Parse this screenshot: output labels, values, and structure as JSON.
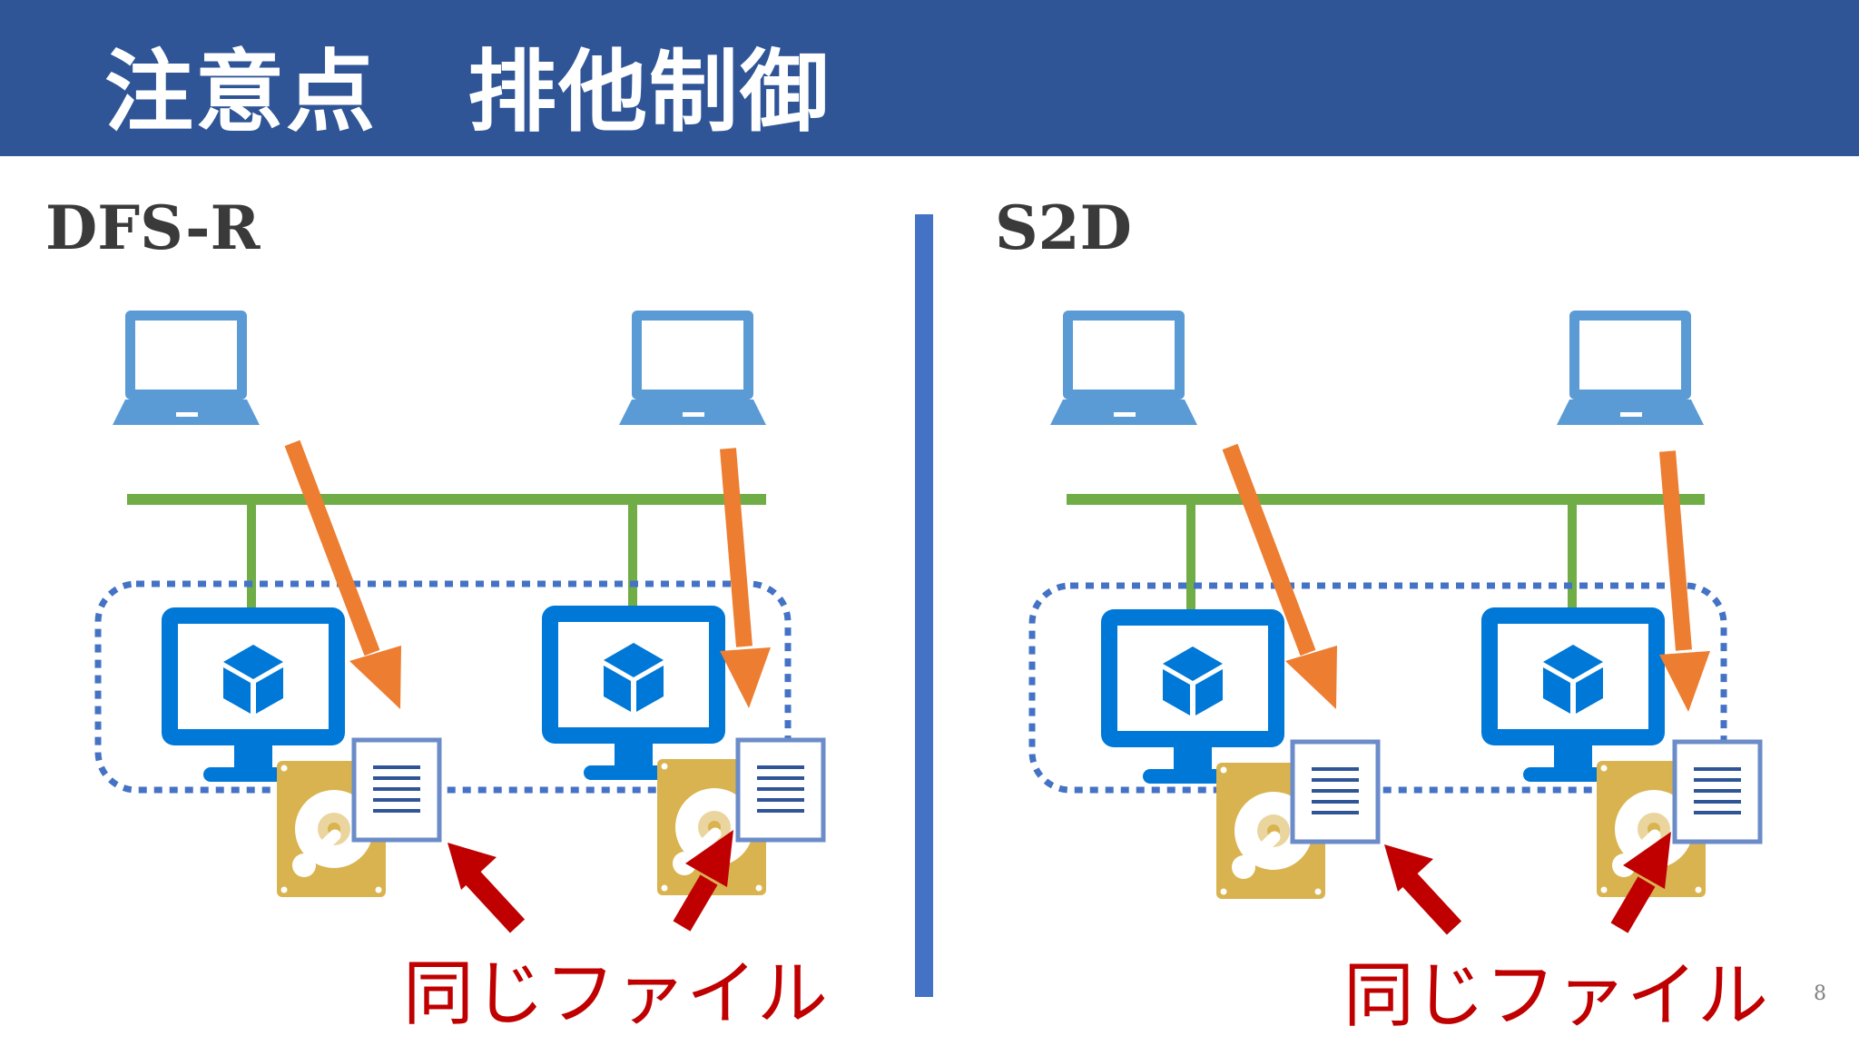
{
  "slide": {
    "title": "注意点　排他制御",
    "page_number": "8"
  },
  "panels": [
    {
      "label": "DFS-R",
      "caption": "同じファイル"
    },
    {
      "label": "S2D",
      "caption": "同じファイル"
    }
  ],
  "colors": {
    "header": "#2f5597",
    "divider": "#4472c4",
    "network": "#70ad47",
    "laptop": "#5b9bd5",
    "server": "#0078d7",
    "request_arrow": "#ed7d31",
    "pointer_arrow": "#c00000",
    "cluster_border": "#4472c4",
    "disk": "#d9b34f"
  },
  "icons": [
    "laptop-icon",
    "server-icon",
    "cube-icon",
    "hard-disk-icon",
    "document-icon"
  ]
}
